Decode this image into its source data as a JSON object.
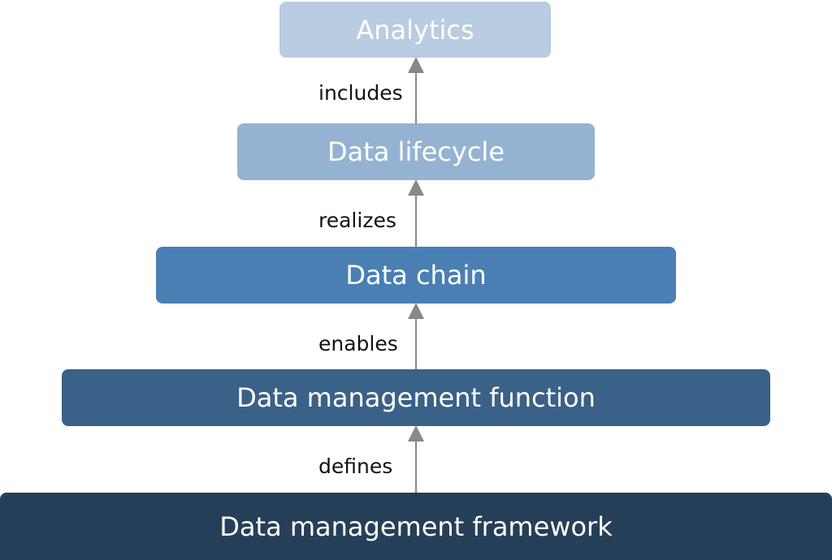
{
  "boxes": {
    "analytics": "Analytics",
    "lifecycle": "Data lifecycle",
    "chain": "Data chain",
    "function": "Data management function",
    "framework": "Data management framework"
  },
  "relations": {
    "includes": "includes",
    "realizes": "realizes",
    "enables": "enables",
    "defines": "defines"
  },
  "colors": {
    "analytics": "#b8cce2",
    "lifecycle": "#94b3d2",
    "chain": "#4a7fb4",
    "function": "#3a6187",
    "framework": "#263f58",
    "arrow": "#888888"
  }
}
